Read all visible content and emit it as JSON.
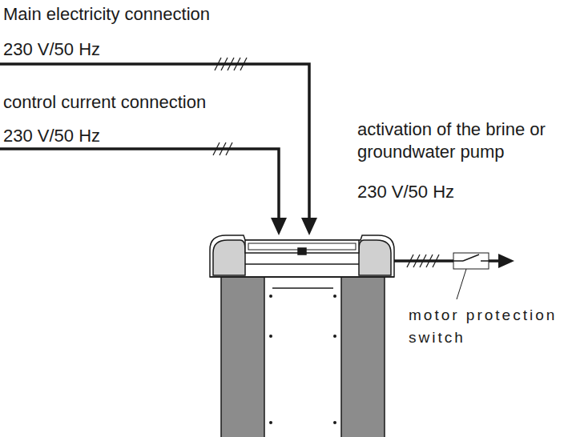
{
  "diagram": {
    "labels": [
      "Main electricity connection",
      "230 V/50 Hz",
      "control current connection",
      "230 V/50 Hz",
      "activation of the brine or groundwater pump",
      "230 V/50 Hz",
      "motor protection switch"
    ]
  }
}
